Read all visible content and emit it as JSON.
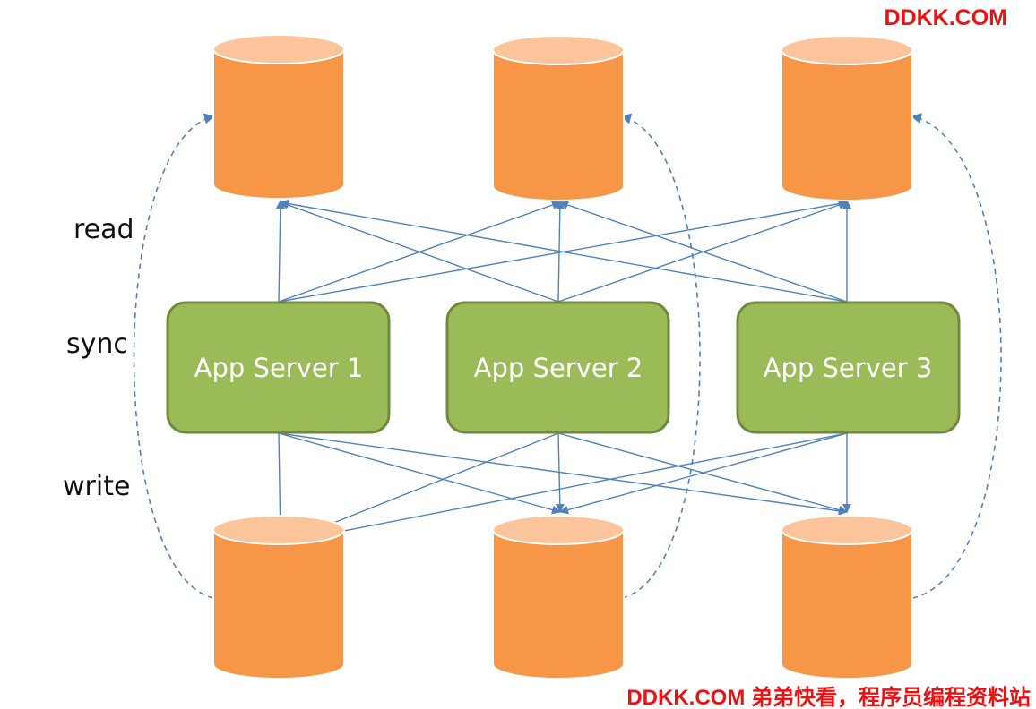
{
  "labels": {
    "read": "read",
    "sync": "sync",
    "write": "write"
  },
  "servers": [
    {
      "label": "App Server 1"
    },
    {
      "label": "App Server 2"
    },
    {
      "label": "App Server 3"
    }
  ],
  "read_databases": 3,
  "write_databases": 3,
  "watermark": {
    "top": "DDKK.COM",
    "bottom": "DDKK.COM 弟弟快看，程序员编程资料站"
  },
  "colors": {
    "db_body": "#f79646",
    "db_top": "#fbc49a",
    "server_fill": "#9bbb59",
    "server_border": "#71893f",
    "connector": "#4f81bd",
    "watermark": "#ee1111"
  }
}
